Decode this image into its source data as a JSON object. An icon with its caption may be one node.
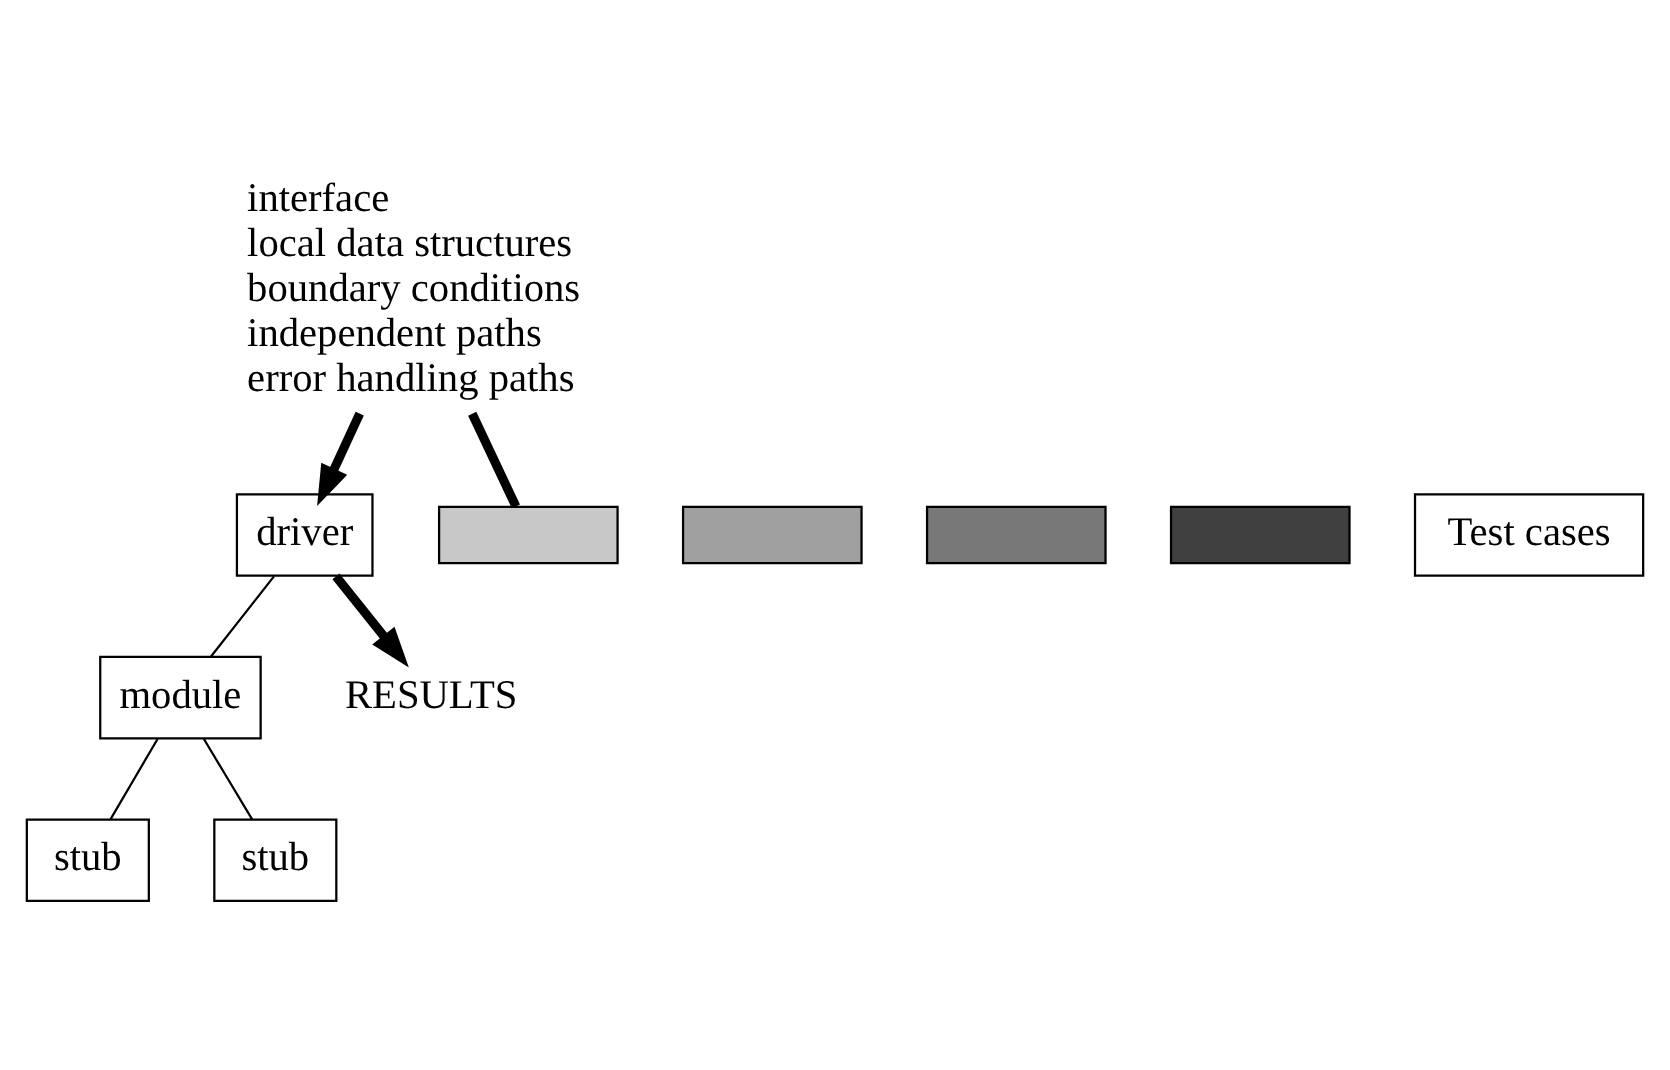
{
  "diagram": {
    "nodes": [
      {
        "text": [
          "driver"
        ]
      },
      {
        "text": [
          "module"
        ]
      },
      {
        "text": [
          "stub"
        ]
      },
      {
        "text": [
          "stub"
        ]
      },
      {
        "text": [
          "RESULTS"
        ]
      },
      {
        "text": [
          "interface",
          "local data structures",
          "boundary conditions",
          "independent paths",
          "error handling paths"
        ]
      },
      {
        "text": [],
        "shape": "box"
      },
      {
        "text": [],
        "shape": "box"
      },
      {
        "text": [],
        "shape": "box"
      },
      {
        "text": [],
        "shape": "box"
      },
      {
        "text": [
          "Test cases"
        ]
      }
    ],
    "edges": [
      {
        "from": 0,
        "to": 1,
        "arrow": "none"
      },
      {
        "from": 1,
        "to": 2,
        "arrow": "none"
      },
      {
        "from": 1,
        "to": 3,
        "arrow": "none"
      },
      {
        "from": 0,
        "to": 4,
        "arrow": "to",
        "style": "thick"
      },
      {
        "from": 5,
        "to": 0,
        "arrow": "to",
        "style": "thick"
      },
      {
        "from": 5,
        "to": 6,
        "arrow": "none",
        "style": "thick"
      }
    ]
  }
}
